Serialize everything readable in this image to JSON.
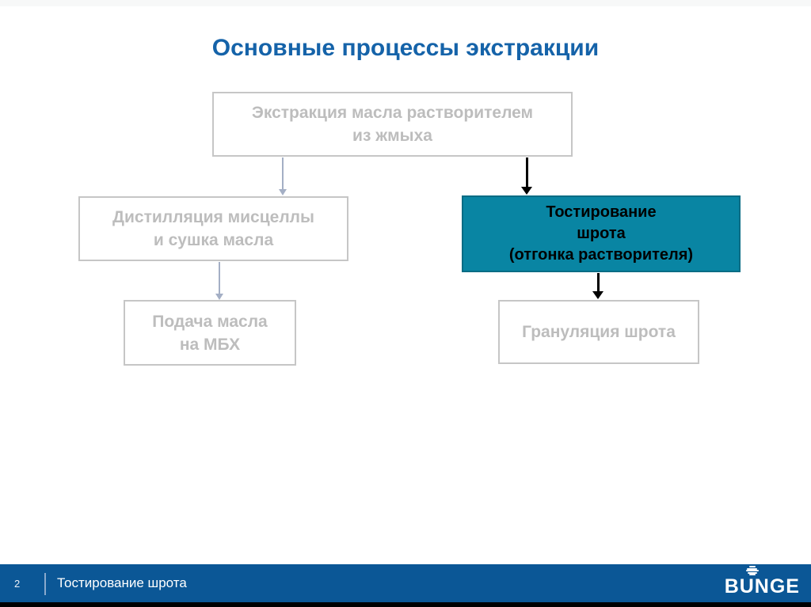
{
  "slide": {
    "title": "Основные процессы экстракции"
  },
  "diagram": {
    "boxes": {
      "extraction": {
        "lines": [
          "Экстракция масла растворителем",
          "из жмыха"
        ],
        "state": "inactive"
      },
      "distillation": {
        "lines": [
          "Дистилляция мисцеллы",
          "и сушка масла"
        ],
        "state": "inactive"
      },
      "toasting": {
        "lines": [
          "Тостирование",
          "шрота",
          "(отгонка растворителя)"
        ],
        "state": "active"
      },
      "oil_supply": {
        "lines": [
          "Подача масла",
          "на МБХ"
        ],
        "state": "inactive"
      },
      "granulation": {
        "lines": [
          "Грануляция шрота"
        ],
        "state": "inactive"
      }
    },
    "connectors": [
      {
        "from": "extraction",
        "to": "distillation",
        "style": "gray"
      },
      {
        "from": "extraction",
        "to": "toasting",
        "style": "black"
      },
      {
        "from": "distillation",
        "to": "oil_supply",
        "style": "gray"
      },
      {
        "from": "toasting",
        "to": "granulation",
        "style": "black"
      }
    ]
  },
  "footer": {
    "page_number": "2",
    "section_title": "Тостирование шрота",
    "logo_text": "BUNGE"
  },
  "colors": {
    "title": "#1563A9",
    "active_box_fill": "#0985A3",
    "active_box_border": "#066C84",
    "active_box_text": "#000000",
    "inactive_box_border": "#C6C6C6",
    "inactive_box_text": "#BDBDBD",
    "gray_arrow": "#A4AFC5",
    "black_arrow": "#000000",
    "footer_bar": "#0B5796",
    "footer_text": "#FFFFFF",
    "bottom_strip": "#000000"
  }
}
